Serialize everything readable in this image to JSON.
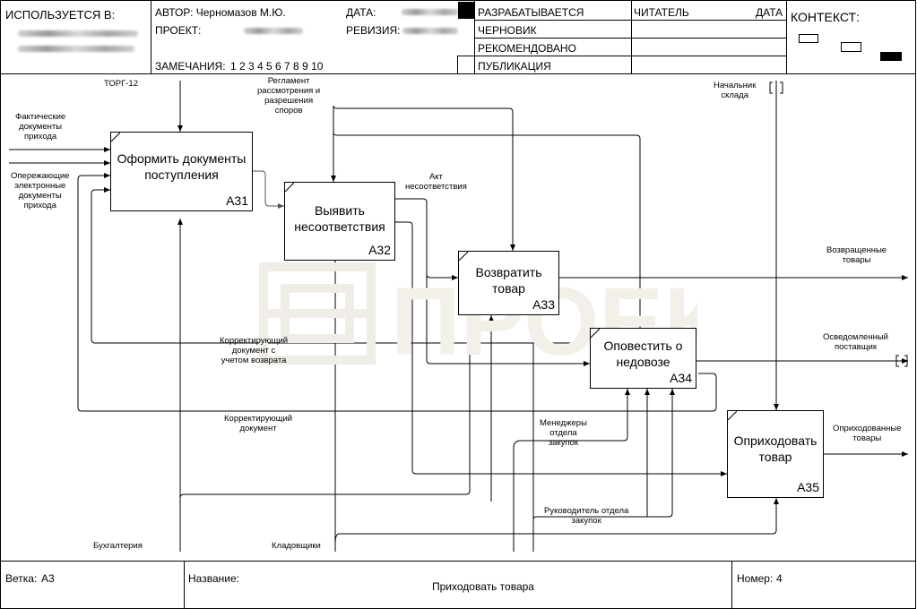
{
  "header": {
    "used_in_label": "ИСПОЛЬЗУЕТСЯ В:",
    "author_label": "АВТОР: Черномазов М.Ю.",
    "date_label": "ДАТА:",
    "project_label": "ПРОЕКТ:",
    "revision_label": "РЕВИЗИЯ:",
    "notes_label": "ЗАМЕЧАНИЯ:",
    "notes_numbers": "1  2  3  4  5  6  7  8  9  10",
    "status": [
      "РАЗРАБАТЫВАЕТСЯ",
      "ЧЕРНОВИК",
      "РЕКОМЕНДОВАНО",
      "ПУБЛИКАЦИЯ"
    ],
    "reader_label": "ЧИТАТЕЛЬ",
    "reader_date_label": "ДАТА",
    "context_label": "КОНТЕКСТ:"
  },
  "boxes": [
    {
      "id": "A31",
      "title": "Оформить документы\nпоступления",
      "number": "A31"
    },
    {
      "id": "A32",
      "title": "Выявить\nнесоответствия",
      "number": "A32"
    },
    {
      "id": "A33",
      "title": "Возвратить\nтовар",
      "number": "A33"
    },
    {
      "id": "A34",
      "title": "Оповестить о\nнедовозе",
      "number": "A34"
    },
    {
      "id": "A35",
      "title": "Оприходовать\nтовар",
      "number": "A35"
    }
  ],
  "arrow_labels": {
    "torg12": "ТОРГ-12",
    "reglament": "Регламент\nрассмотрения и\nразрешения\nспоров",
    "fact_docs": "Фактические\nдокументы\nприхода",
    "advance_docs": "Опережающие\nэлектронные\nдокументы\nприхода",
    "act": "Акт\nнесоответствия",
    "returned": "Возвращенные\nтовары",
    "informed_supplier": "Осведомленный\nпоставщик",
    "correcting_doc_return": "Корректирующий\nдокумент с\nучетом возврата",
    "correcting_doc": "Корректирующий\nдокумент",
    "managers": "Менеджеры\nотдела\nзакупок",
    "head_purchasing": "Руководитель отдела\nзакупок",
    "posted": "Оприходованные\nтовары",
    "warehouse_head": "Начальник\nсклада",
    "accounting": "Бухгалтерия",
    "storekeepers": "Кладовщики"
  },
  "footer": {
    "branch_label": "Ветка:",
    "branch_value": "A3",
    "name_label": "Название:",
    "name_value": "Приходовать товара",
    "number_label": "Номер:",
    "number_value": "4"
  },
  "watermark_text": "ПРОЕКТ"
}
